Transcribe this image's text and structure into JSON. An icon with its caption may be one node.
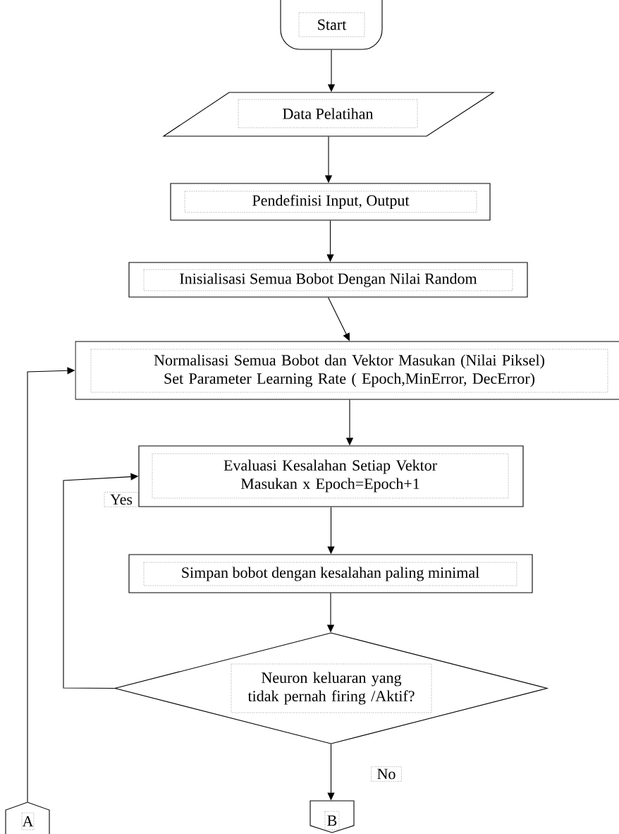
{
  "diagram": {
    "nodes": [
      {
        "text": [
          "Start"
        ]
      },
      {
        "text": [
          "Data Pelatihan"
        ]
      },
      {
        "text": [
          "Pendefinisi Input, Output"
        ]
      },
      {
        "text": [
          "Inisialisasi Semua Bobot Dengan Nilai Random"
        ]
      },
      {
        "text": [
          "Normalisasi Semua Bobot dan Vektor Masukan (Nilai Piksel) Set Parameter Learning Rate ( Epoch,MinError, DecError)"
        ]
      },
      {
        "text": [
          "Evaluasi Kesalahan Setiap Vektor Masukan x Epoch=Epoch+1"
        ]
      },
      {
        "text": [
          "Simpan bobot dengan kesalahan paling minimal"
        ]
      },
      {
        "text": [
          "Neuron keluaran yang tidak pernah firing /Aktif?"
        ]
      },
      {
        "text": [
          "A"
        ]
      },
      {
        "text": [
          "B"
        ]
      }
    ],
    "edges": [
      {
        "from": 0,
        "to": 1,
        "arrow": "to"
      },
      {
        "from": 1,
        "to": 2,
        "arrow": "to"
      },
      {
        "from": 2,
        "to": 3,
        "arrow": "to"
      },
      {
        "from": 3,
        "to": 4,
        "arrow": "to"
      },
      {
        "from": 4,
        "to": 5,
        "arrow": "to"
      },
      {
        "from": 5,
        "to": 6,
        "arrow": "to"
      },
      {
        "from": 6,
        "to": 7,
        "arrow": "to"
      },
      {
        "from": 7,
        "to": 5,
        "arrow": "to",
        "label": "Yes"
      },
      {
        "from": 8,
        "to": 4,
        "arrow": "to"
      },
      {
        "from": 7,
        "to": 9,
        "arrow": "to",
        "label": "No"
      }
    ]
  }
}
